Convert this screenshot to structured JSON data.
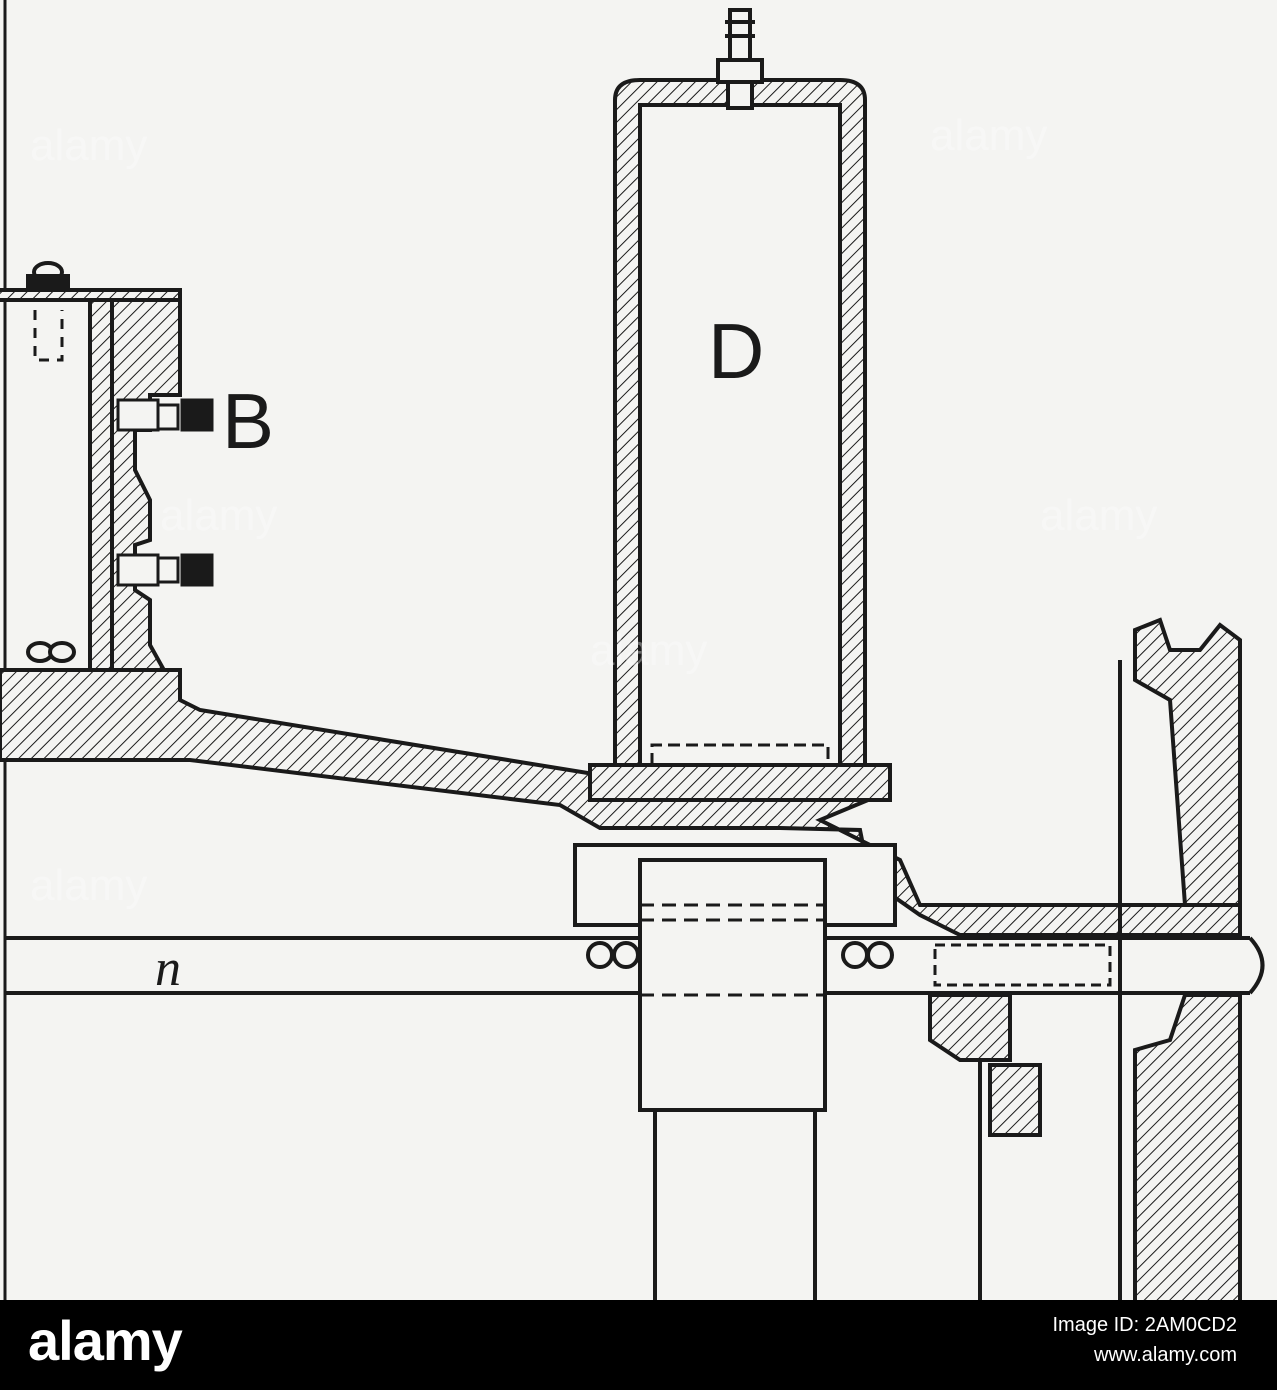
{
  "diagram": {
    "labels": {
      "tank_label": "D",
      "bracket_label": "B",
      "shaft_label": "n"
    },
    "watermark": "alamy"
  },
  "footer": {
    "logo": "alamy",
    "stock_id": "Image ID: 2AM0CD2",
    "url": "www.alamy.com"
  },
  "colors": {
    "line": "#1a1a1a",
    "paper": "#f4f4f2",
    "footer_bg": "#000000",
    "footer_text": "#ffffff"
  }
}
